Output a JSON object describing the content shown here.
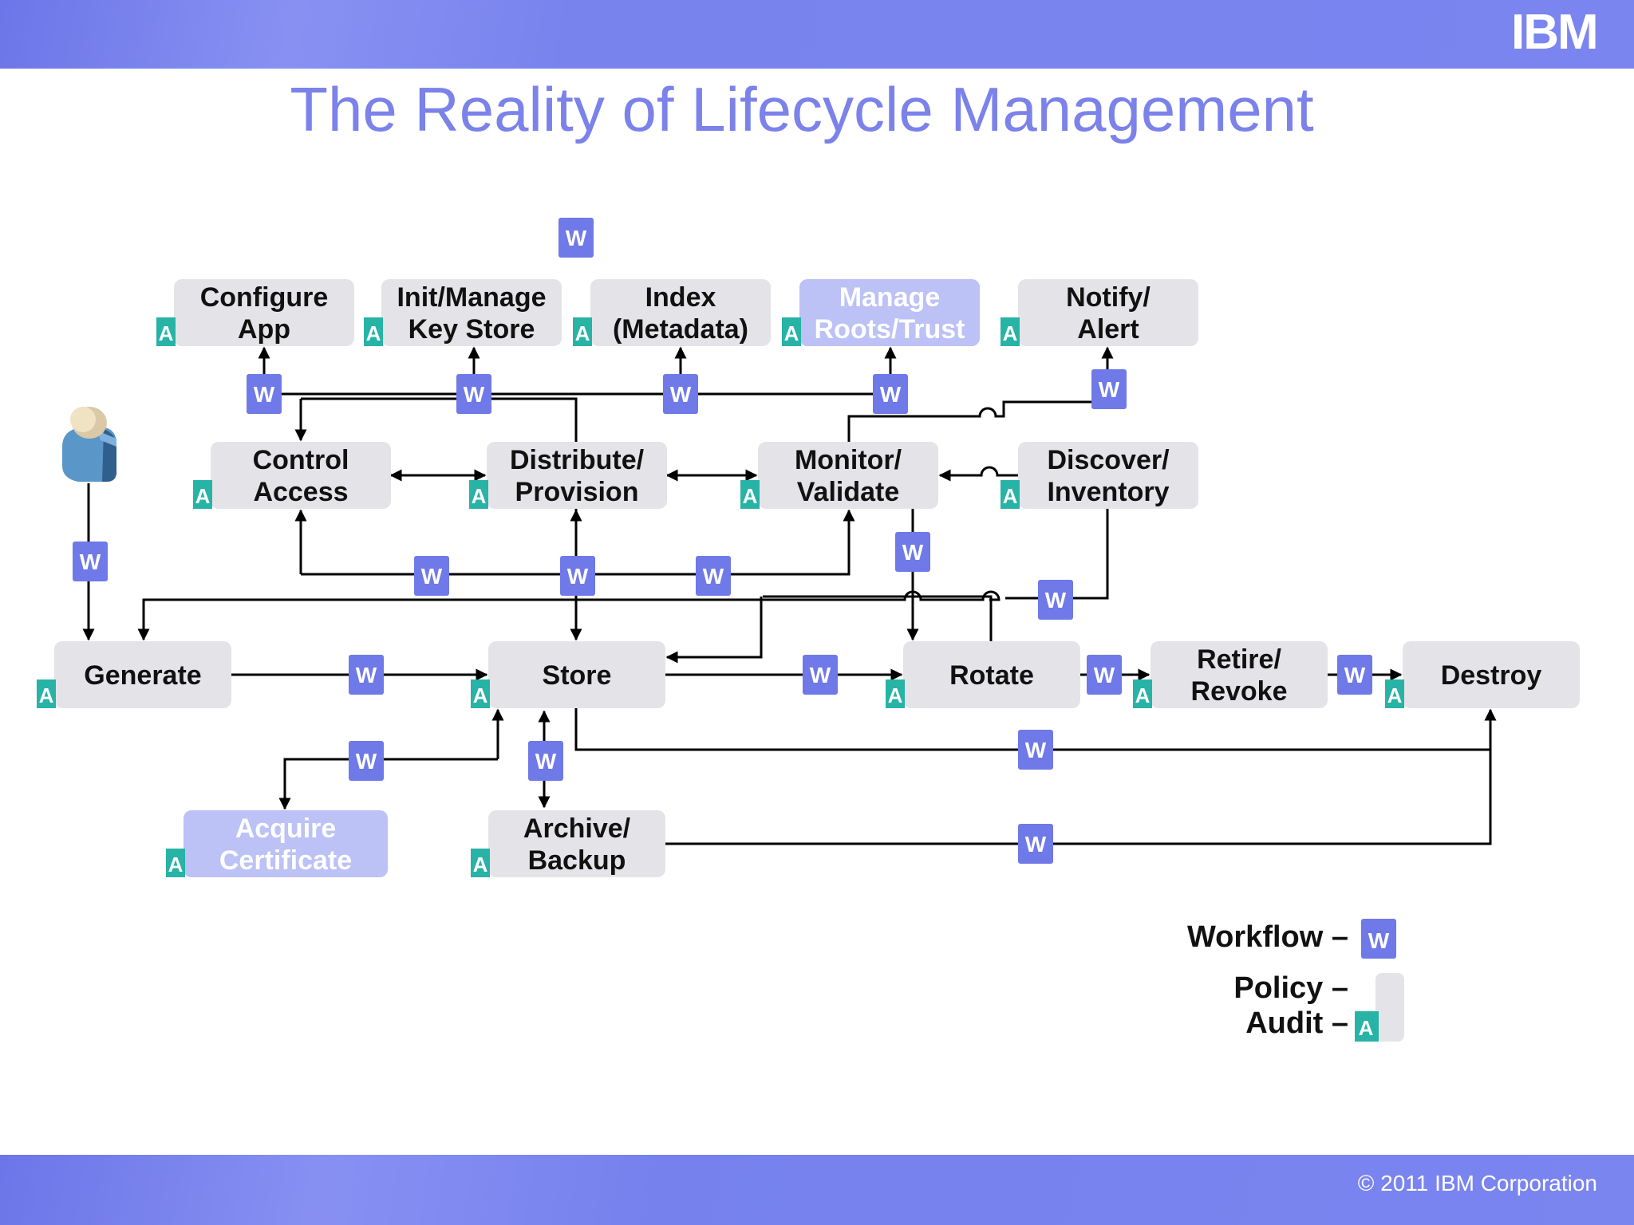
{
  "slide": {
    "title": "The Reality of Lifecycle Management",
    "logo": "IBM",
    "copyright": "© 2011 IBM Corporation"
  },
  "colors": {
    "header": "#7b85f0",
    "title": "#7b82ea",
    "process_box": "#e4e4e8",
    "highlight_box": "#bcc1f6",
    "workflow_badge": "#6f79e8",
    "audit_tab": "#27b3a6"
  },
  "badges": {
    "workflow": "W",
    "audit": "A"
  },
  "processes": [
    {
      "id": "configure",
      "lines": [
        "Configure",
        "App"
      ],
      "highlight": false
    },
    {
      "id": "initmanage",
      "lines": [
        "Init/Manage",
        "Key Store"
      ],
      "highlight": false
    },
    {
      "id": "index",
      "lines": [
        "Index",
        "(Metadata)"
      ],
      "highlight": false
    },
    {
      "id": "roots",
      "lines": [
        "Manage",
        "Roots/Trust"
      ],
      "highlight": true
    },
    {
      "id": "notify",
      "lines": [
        "Notify/",
        "Alert"
      ],
      "highlight": false
    },
    {
      "id": "control",
      "lines": [
        "Control",
        "Access"
      ],
      "highlight": false
    },
    {
      "id": "distribute",
      "lines": [
        "Distribute/",
        "Provision"
      ],
      "highlight": false
    },
    {
      "id": "monitor",
      "lines": [
        "Monitor/",
        "Validate"
      ],
      "highlight": false
    },
    {
      "id": "discover",
      "lines": [
        "Discover/",
        "Inventory"
      ],
      "highlight": false
    },
    {
      "id": "generate",
      "lines": [
        "Generate"
      ],
      "highlight": false
    },
    {
      "id": "store",
      "lines": [
        "Store"
      ],
      "highlight": false
    },
    {
      "id": "rotate",
      "lines": [
        "Rotate"
      ],
      "highlight": false
    },
    {
      "id": "retire",
      "lines": [
        "Retire/",
        "Revoke"
      ],
      "highlight": false
    },
    {
      "id": "destroy",
      "lines": [
        "Destroy"
      ],
      "highlight": false
    },
    {
      "id": "acquire",
      "lines": [
        "Acquire",
        "Certificate"
      ],
      "highlight": true
    },
    {
      "id": "archive",
      "lines": [
        "Archive/",
        "Backup"
      ],
      "highlight": false
    }
  ],
  "legend": {
    "workflow": "Workflow –",
    "policy": "Policy –",
    "audit": "Audit –"
  }
}
